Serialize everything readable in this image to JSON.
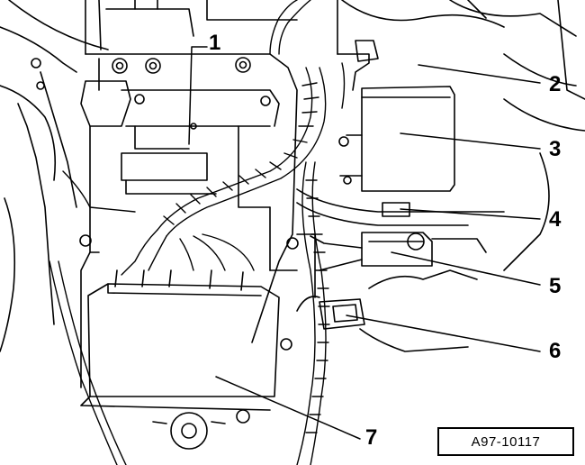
{
  "callouts": {
    "c1": "1",
    "c2": "2",
    "c3": "3",
    "c4": "4",
    "c5": "5",
    "c6": "6",
    "c7": "7"
  },
  "reference_code": "A97-10117"
}
